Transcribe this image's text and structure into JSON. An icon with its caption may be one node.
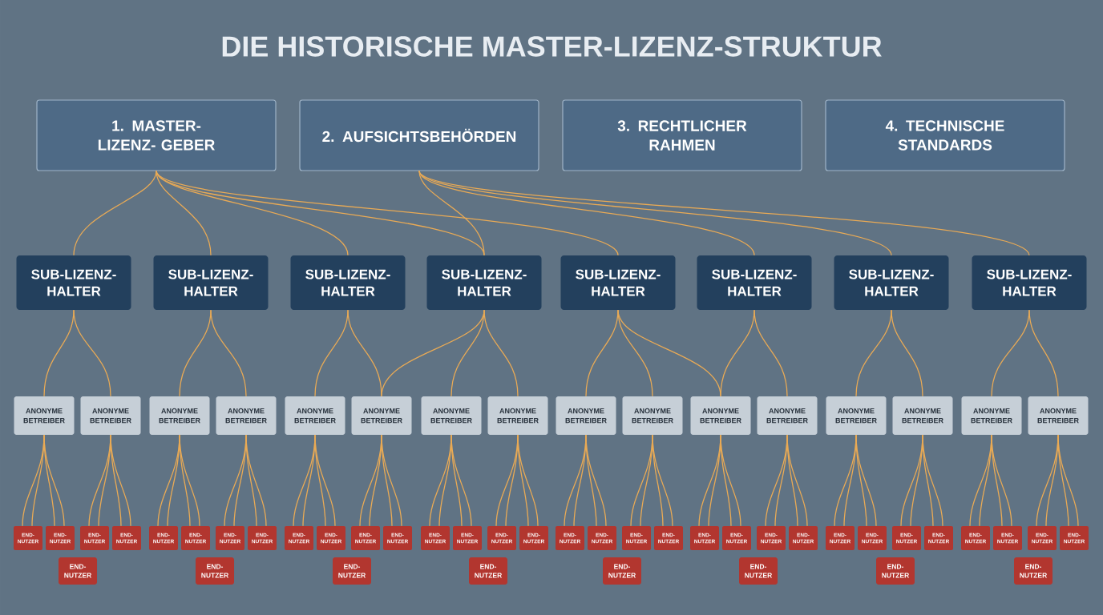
{
  "diagram": {
    "title": "DIE HISTORISCHE MASTER-LIZENZ-STRUKTUR",
    "nodes": [
      {
        "text": [
          "1. MASTER-LIZENZ- GEBER"
        ]
      },
      {
        "text": [
          "2. AUFSICHTSBEHÖRDEN"
        ]
      },
      {
        "text": [
          "3. RECHTLICHER RAHMEN"
        ]
      },
      {
        "text": [
          "4. TECHNISCHE STANDARDS"
        ]
      },
      {
        "text": [
          "SUB-LIZENZ- HALTER"
        ]
      },
      {
        "text": [
          "SUB-LIZENZ- HALTER"
        ]
      },
      {
        "text": [
          "SUB-LIZENZ- HALTER"
        ]
      },
      {
        "text": [
          "SUB-LIZENZ- HALTER"
        ]
      },
      {
        "text": [
          "SUB-LIZENZ- HALTER"
        ]
      },
      {
        "text": [
          "SUB-LIZENZ- HALTER"
        ]
      },
      {
        "text": [
          "SUB-LIZENZ- HALTER"
        ]
      },
      {
        "text": [
          "SUB-LIZENZ- HALTER"
        ]
      },
      {
        "text": [
          "ANONYME BETREIBER"
        ]
      },
      {
        "text": [
          "ANONYME BETREIBER"
        ]
      },
      {
        "text": [
          "ANONYME BETREIBER"
        ]
      },
      {
        "text": [
          "ANONYME BETREIBER"
        ]
      },
      {
        "text": [
          "ANONYME BETREIBER"
        ]
      },
      {
        "text": [
          "ANONYME BETREIBER"
        ]
      },
      {
        "text": [
          "ANONYME BETREIBER"
        ]
      },
      {
        "text": [
          "ANONYME BETREIBER"
        ]
      },
      {
        "text": [
          "ANONYME BETREIBER"
        ]
      },
      {
        "text": [
          "ANONYME BETREIBER"
        ]
      },
      {
        "text": [
          "ANONYME BETREIBER"
        ]
      },
      {
        "text": [
          "ANONYME BETREIBER"
        ]
      },
      {
        "text": [
          "ANONYME BETREIBER"
        ]
      },
      {
        "text": [
          "ANONYME BETREIBER"
        ]
      },
      {
        "text": [
          "ANONYME BETREIBER"
        ]
      },
      {
        "text": [
          "ANONYME BETREIBER"
        ]
      },
      {
        "text": [
          "END- NUTZER"
        ]
      },
      {
        "text": [
          "END- NUTZER"
        ]
      },
      {
        "text": [
          "END- NUTZER"
        ]
      },
      {
        "text": [
          "END- NUTZER"
        ]
      },
      {
        "text": [
          "END- NUTZER"
        ]
      },
      {
        "text": [
          "END- NUTZER"
        ]
      },
      {
        "text": [
          "END- NUTZER"
        ]
      },
      {
        "text": [
          "END- NUTZER"
        ]
      },
      {
        "text": [
          "END- NUTZER"
        ]
      },
      {
        "text": [
          "END- NUTZER"
        ]
      },
      {
        "text": [
          "END- NUTZER"
        ]
      },
      {
        "text": [
          "END- NUTZER"
        ]
      },
      {
        "text": [
          "END- NUTZER"
        ]
      },
      {
        "text": [
          "END- NUTZER"
        ]
      },
      {
        "text": [
          "END- NUTZER"
        ]
      },
      {
        "text": [
          "END- NUTZER"
        ]
      },
      {
        "text": [
          "END- NUTZER"
        ]
      },
      {
        "text": [
          "END- NUTZER"
        ]
      },
      {
        "text": [
          "END- NUTZER"
        ]
      },
      {
        "text": [
          "END- NUTZER"
        ]
      },
      {
        "text": [
          "END- NUTZER"
        ]
      },
      {
        "text": [
          "END- NUTZER"
        ]
      },
      {
        "text": [
          "END- NUTZER"
        ]
      },
      {
        "text": [
          "END- NUTZER"
        ]
      },
      {
        "text": [
          "END- NUTZER"
        ]
      },
      {
        "text": [
          "END- NUTZER"
        ]
      },
      {
        "text": [
          "END- NUTZER"
        ]
      },
      {
        "text": [
          "END- NUTZER"
        ]
      },
      {
        "text": [
          "END- NUTZER"
        ]
      },
      {
        "text": [
          "END- NUTZER"
        ]
      },
      {
        "text": [
          "END- NUTZER"
        ]
      },
      {
        "text": [
          "END- NUTZER"
        ]
      },
      {
        "text": [
          "END- NUTZER"
        ]
      },
      {
        "text": [
          "END- NUTZER"
        ]
      },
      {
        "text": [
          "END- NUTZER"
        ]
      },
      {
        "text": [
          "END- NUTZER"
        ]
      },
      {
        "text": [
          "END- NUTZER"
        ]
      },
      {
        "text": [
          "END- NUTZER"
        ]
      },
      {
        "text": [
          "END- NUTZER"
        ]
      },
      {
        "text": [
          "END- NUTZER"
        ]
      }
    ],
    "edges": [
      {
        "from": 0,
        "to": 4,
        "arrow": "none"
      },
      {
        "from": 0,
        "to": 5,
        "arrow": "none"
      },
      {
        "from": 0,
        "to": 6,
        "arrow": "none"
      },
      {
        "from": 0,
        "to": 7,
        "arrow": "none"
      },
      {
        "from": 0,
        "to": 8,
        "arrow": "none"
      },
      {
        "from": 1,
        "to": 7,
        "arrow": "none"
      },
      {
        "from": 1,
        "to": 9,
        "arrow": "none"
      },
      {
        "from": 1,
        "to": 10,
        "arrow": "none"
      },
      {
        "from": 1,
        "to": 11,
        "arrow": "none"
      },
      {
        "from": 4,
        "to": 12,
        "arrow": "none"
      },
      {
        "from": 4,
        "to": 13,
        "arrow": "none"
      },
      {
        "from": 5,
        "to": 14,
        "arrow": "none"
      },
      {
        "from": 5,
        "to": 15,
        "arrow": "none"
      },
      {
        "from": 6,
        "to": 16,
        "arrow": "none"
      },
      {
        "from": 6,
        "to": 17,
        "arrow": "none"
      },
      {
        "from": 7,
        "to": 17,
        "arrow": "none"
      },
      {
        "from": 7,
        "to": 18,
        "arrow": "none"
      },
      {
        "from": 7,
        "to": 19,
        "arrow": "none"
      },
      {
        "from": 8,
        "to": 20,
        "arrow": "none"
      },
      {
        "from": 8,
        "to": 21,
        "arrow": "none"
      },
      {
        "from": 8,
        "to": 22,
        "arrow": "none"
      },
      {
        "from": 9,
        "to": 22,
        "arrow": "none"
      },
      {
        "from": 9,
        "to": 23,
        "arrow": "none"
      },
      {
        "from": 10,
        "to": 24,
        "arrow": "none"
      },
      {
        "from": 10,
        "to": 25,
        "arrow": "none"
      },
      {
        "from": 11,
        "to": 26,
        "arrow": "none"
      },
      {
        "from": 11,
        "to": 27,
        "arrow": "none"
      },
      {
        "from": 12,
        "to": 28,
        "arrow": "none"
      },
      {
        "from": 12,
        "to": 28,
        "arrow": "none"
      },
      {
        "from": 12,
        "to": 29,
        "arrow": "none"
      },
      {
        "from": 12,
        "to": 29,
        "arrow": "none"
      },
      {
        "from": 13,
        "to": 30,
        "arrow": "none"
      },
      {
        "from": 13,
        "to": 30,
        "arrow": "none"
      },
      {
        "from": 13,
        "to": 31,
        "arrow": "none"
      },
      {
        "from": 13,
        "to": 31,
        "arrow": "none"
      },
      {
        "from": 14,
        "to": 32,
        "arrow": "none"
      },
      {
        "from": 14,
        "to": 32,
        "arrow": "none"
      },
      {
        "from": 14,
        "to": 33,
        "arrow": "none"
      },
      {
        "from": 14,
        "to": 33,
        "arrow": "none"
      },
      {
        "from": 15,
        "to": 34,
        "arrow": "none"
      },
      {
        "from": 15,
        "to": 34,
        "arrow": "none"
      },
      {
        "from": 15,
        "to": 35,
        "arrow": "none"
      },
      {
        "from": 15,
        "to": 35,
        "arrow": "none"
      },
      {
        "from": 16,
        "to": 36,
        "arrow": "none"
      },
      {
        "from": 16,
        "to": 36,
        "arrow": "none"
      },
      {
        "from": 16,
        "to": 37,
        "arrow": "none"
      },
      {
        "from": 16,
        "to": 37,
        "arrow": "none"
      },
      {
        "from": 17,
        "to": 38,
        "arrow": "none"
      },
      {
        "from": 17,
        "to": 38,
        "arrow": "none"
      },
      {
        "from": 17,
        "to": 39,
        "arrow": "none"
      },
      {
        "from": 17,
        "to": 39,
        "arrow": "none"
      },
      {
        "from": 18,
        "to": 40,
        "arrow": "none"
      },
      {
        "from": 18,
        "to": 40,
        "arrow": "none"
      },
      {
        "from": 18,
        "to": 41,
        "arrow": "none"
      },
      {
        "from": 18,
        "to": 41,
        "arrow": "none"
      },
      {
        "from": 19,
        "to": 42,
        "arrow": "none"
      },
      {
        "from": 19,
        "to": 42,
        "arrow": "none"
      },
      {
        "from": 19,
        "to": 43,
        "arrow": "none"
      },
      {
        "from": 19,
        "to": 43,
        "arrow": "none"
      },
      {
        "from": 20,
        "to": 44,
        "arrow": "none"
      },
      {
        "from": 20,
        "to": 44,
        "arrow": "none"
      },
      {
        "from": 20,
        "to": 45,
        "arrow": "none"
      },
      {
        "from": 20,
        "to": 45,
        "arrow": "none"
      },
      {
        "from": 21,
        "to": 46,
        "arrow": "none"
      },
      {
        "from": 21,
        "to": 46,
        "arrow": "none"
      },
      {
        "from": 21,
        "to": 47,
        "arrow": "none"
      },
      {
        "from": 21,
        "to": 47,
        "arrow": "none"
      },
      {
        "from": 22,
        "to": 48,
        "arrow": "none"
      },
      {
        "from": 22,
        "to": 48,
        "arrow": "none"
      },
      {
        "from": 22,
        "to": 49,
        "arrow": "none"
      },
      {
        "from": 22,
        "to": 49,
        "arrow": "none"
      },
      {
        "from": 23,
        "to": 50,
        "arrow": "none"
      },
      {
        "from": 23,
        "to": 50,
        "arrow": "none"
      },
      {
        "from": 23,
        "to": 51,
        "arrow": "none"
      },
      {
        "from": 23,
        "to": 51,
        "arrow": "none"
      },
      {
        "from": 24,
        "to": 52,
        "arrow": "none"
      },
      {
        "from": 24,
        "to": 52,
        "arrow": "none"
      },
      {
        "from": 24,
        "to": 53,
        "arrow": "none"
      },
      {
        "from": 24,
        "to": 53,
        "arrow": "none"
      },
      {
        "from": 25,
        "to": 54,
        "arrow": "none"
      },
      {
        "from": 25,
        "to": 54,
        "arrow": "none"
      },
      {
        "from": 25,
        "to": 55,
        "arrow": "none"
      },
      {
        "from": 25,
        "to": 55,
        "arrow": "none"
      },
      {
        "from": 26,
        "to": 56,
        "arrow": "none"
      },
      {
        "from": 26,
        "to": 56,
        "arrow": "none"
      },
      {
        "from": 26,
        "to": 57,
        "arrow": "none"
      },
      {
        "from": 26,
        "to": 57,
        "arrow": "none"
      },
      {
        "from": 27,
        "to": 58,
        "arrow": "none"
      },
      {
        "from": 27,
        "to": 58,
        "arrow": "none"
      },
      {
        "from": 27,
        "to": 59,
        "arrow": "none"
      },
      {
        "from": 27,
        "to": 59,
        "arrow": "none"
      }
    ]
  }
}
